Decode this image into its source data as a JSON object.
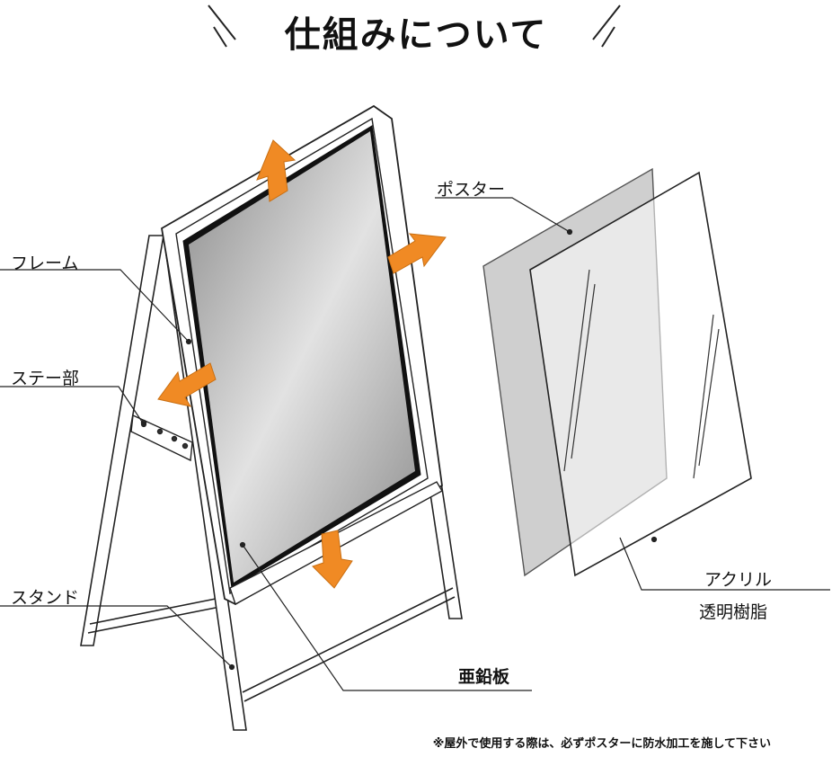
{
  "title": "仕組みについて",
  "labels": {
    "frame": "フレーム",
    "stay": "ステー部",
    "stand": "スタンド",
    "poster": "ポスター",
    "acrylic": "アクリル",
    "resin": "透明樹脂",
    "plate": "亜鉛板"
  },
  "note": "※屋外で使用する際は、必ずポスターに防水加工を施して下さい",
  "colors": {
    "arrow": "#f08a24",
    "line": "#222222",
    "board_gray": "#9a9a9a",
    "poster_fill": "#cfcfcf"
  },
  "icons": [
    "open-arrow-up",
    "open-arrow-right",
    "open-arrow-left",
    "open-arrow-down"
  ]
}
